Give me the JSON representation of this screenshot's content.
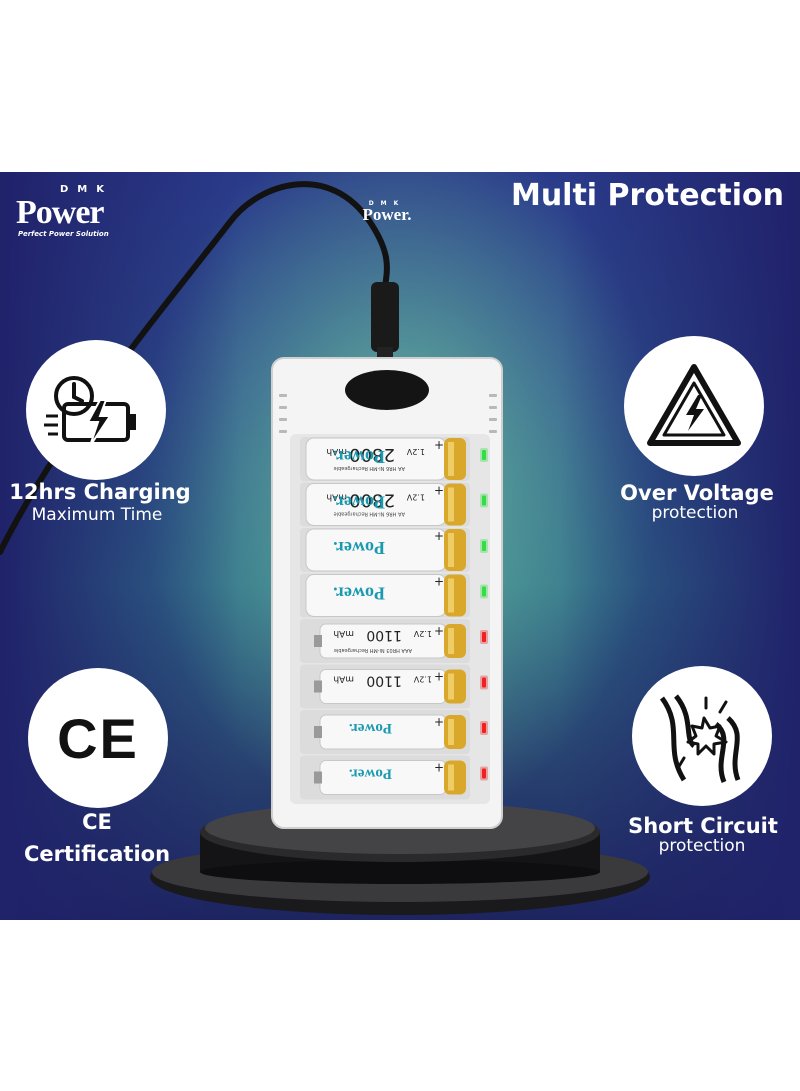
{
  "brand": {
    "letters": "DMK",
    "name": "Power",
    "tagline": "Perfect Power Solution"
  },
  "title": "Multi Protection",
  "features": [
    {
      "icon": "clock-battery-icon",
      "title": "12hrs Charging",
      "subtitle": "Maximum Time"
    },
    {
      "icon": "high-voltage-warning-icon",
      "title": "Over Voltage",
      "subtitle": "protection"
    },
    {
      "icon": "ce-mark-icon",
      "title": "CE",
      "subtitle": "Certification",
      "mark": "CE"
    },
    {
      "icon": "short-circuit-icon",
      "title": "Short Circuit",
      "subtitle": "protection"
    }
  ],
  "charger": {
    "logo_letters": "DMK",
    "logo_name": "Power.",
    "batteries": [
      {
        "type": "AA",
        "capacity": "2800",
        "unit": "mAh",
        "voltage": "1.2V",
        "text": "AA HR6 Ni-MH Rechargeable",
        "brand": "Power.",
        "indicator": "green"
      },
      {
        "type": "AA",
        "capacity": "2800",
        "unit": "mAh",
        "voltage": "1.2V",
        "text": "AA HR6 Ni-MH Rechargeable",
        "brand": "Power.",
        "indicator": "green"
      },
      {
        "type": "AA",
        "capacity": "",
        "unit": "",
        "voltage": "",
        "text": "",
        "brand": "Power.",
        "indicator": "green"
      },
      {
        "type": "AA",
        "capacity": "",
        "unit": "",
        "voltage": "",
        "text": "",
        "brand": "Power.",
        "indicator": "green"
      },
      {
        "type": "AAA",
        "capacity": "1100",
        "unit": "mAh",
        "voltage": "1.2V",
        "text": "AAA HR03 Ni-MH Rechargeable",
        "brand": "",
        "indicator": "red"
      },
      {
        "type": "AAA",
        "capacity": "1100",
        "unit": "mAh",
        "voltage": "1.2V",
        "text": "",
        "brand": "",
        "indicator": "red"
      },
      {
        "type": "AAA",
        "capacity": "",
        "unit": "",
        "voltage": "",
        "text": "",
        "brand": "Power.",
        "indicator": "red"
      },
      {
        "type": "AAA",
        "capacity": "",
        "unit": "",
        "voltage": "",
        "text": "",
        "brand": "Power.",
        "indicator": "red"
      }
    ]
  },
  "colors": {
    "background_top": "#2a3a8a",
    "glow": "#6ec8a0",
    "indicator_green": "#33dd44",
    "indicator_red": "#ee2222",
    "battery_gold": "#d9a82a"
  }
}
